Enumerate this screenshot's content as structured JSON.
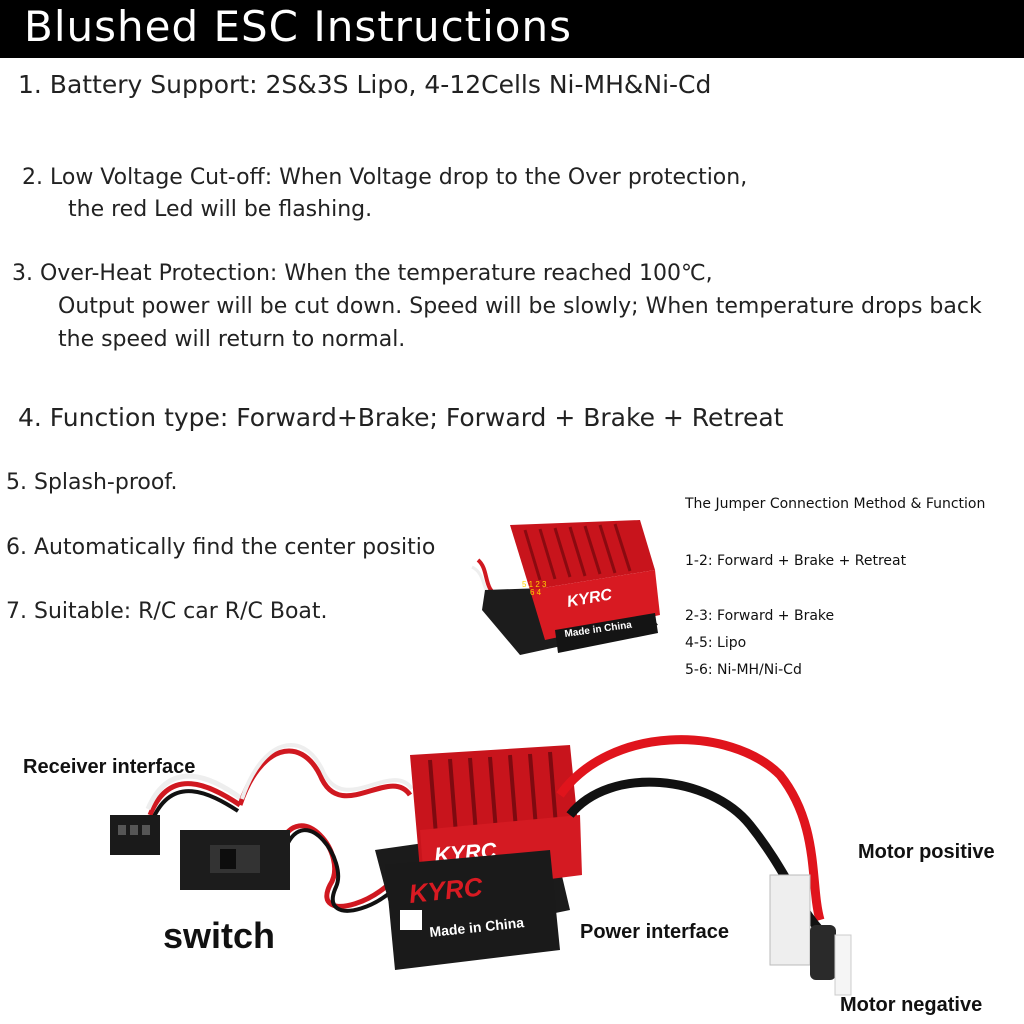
{
  "header": {
    "title": "Blushed ESC Instructions"
  },
  "instructions": {
    "item1": "1. Battery Support: 2S&3S Lipo, 4-12Cells Ni-MH&Ni-Cd",
    "item2_line1": "2. Low Voltage Cut-off: When Voltage drop to the Over protection,",
    "item2_line2": "the red Led will be flashing.",
    "item3_line1": "3. Over-Heat Protection: When the temperature reached 100℃,",
    "item3_line2": "Output power will be cut down. Speed will be slowly; When temperature drops back",
    "item3_line3": "the speed will return to normal.",
    "item4": "4. Function type: Forward+Brake; Forward + Brake + Retreat",
    "item5": "5. Splash-proof.",
    "item6": "6. Automatically find the center positio",
    "item7": "7. Suitable: R/C car R/C Boat."
  },
  "jumper": {
    "title": "The Jumper Connection Method & Function",
    "j12": "1-2: Forward + Brake + Retreat",
    "j23": "2-3: Forward + Brake",
    "j45": "4-5: Lipo",
    "j56": "5-6: Ni-MH/Ni-Cd"
  },
  "product": {
    "brand": "KYRC",
    "made_in": "Made in China",
    "pin_top": "5 1 2 3",
    "pin_bottom": "6 4"
  },
  "labels": {
    "receiver": "Receiver interface",
    "switch": "switch",
    "power": "Power interface",
    "motor_positive": "Motor positive",
    "motor_negative": "Motor negative"
  },
  "colors": {
    "esc_red": "#c8141c",
    "esc_dark": "#1c1c1c",
    "wire_red": "#e0141c",
    "wire_black": "#111111"
  }
}
